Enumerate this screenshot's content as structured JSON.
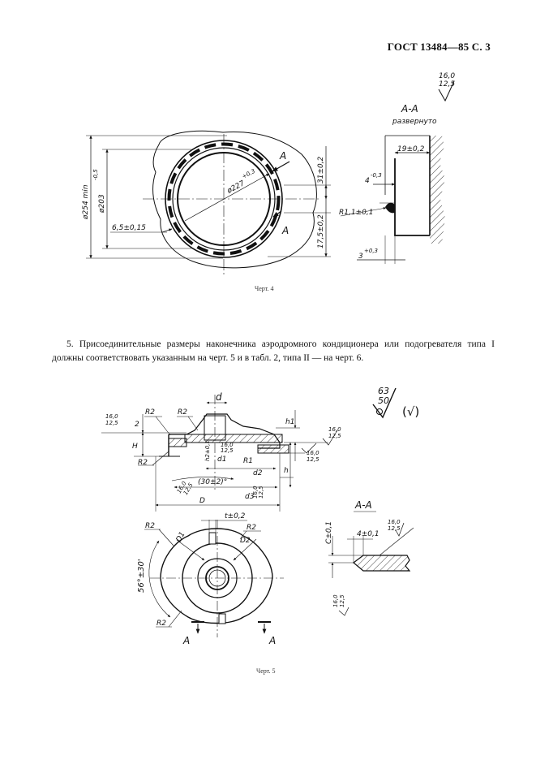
{
  "header": {
    "title": "ГОСТ 13484—85 С. 3"
  },
  "roughness_top": {
    "value1": "16,0",
    "value2": "12,5"
  },
  "figure4": {
    "section_title": "А-А",
    "section_subtitle": "развернуто",
    "caption": "Черт. 4",
    "dims": {
      "d254": "ø254 min",
      "d203": "ø203",
      "d203_tol": "-0,5",
      "d227": "ø227",
      "d227_tol": "+0,3",
      "w65": "6,5±0,15",
      "d31": "31±0,2",
      "d175": "17,5±0,2",
      "d19": "19±0,2",
      "d4": "4",
      "d4_tol": "-0,3",
      "r11": "R1,1±0,1",
      "d3": "3",
      "d3_tol": "+0,3",
      "marker_a": "А"
    }
  },
  "paragraph": "5. Присоединительные размеры наконечника аэродромного кондиционера или подогревателя типа I должны соответствовать указанным на черт. 5 и в табл. 2, типа II — на черт. 6.",
  "figure5": {
    "caption": "Черт. 5",
    "section_title": "А-А",
    "roughness_big": {
      "v1": "63",
      "v2": "50",
      "paren": "(√)"
    },
    "rough_a": "16,0",
    "rough_b": "12,5",
    "labels": {
      "R2": "R2",
      "R1": "R1",
      "d": "d",
      "d1": "d1",
      "d2": "d2",
      "d3": "d3",
      "D": "D",
      "D1": "D1",
      "D2": "D2",
      "H": "H",
      "h": "h",
      "h1": "h1",
      "h2": "h2±0,1",
      "two": "2",
      "angle30": "(30±2)°",
      "t": "t±0,2",
      "angle56": "56°±30'",
      "c": "C±0,1",
      "w4": "4±0,1",
      "A": "А"
    }
  }
}
